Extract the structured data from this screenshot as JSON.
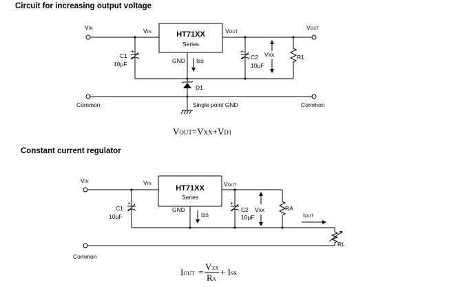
{
  "circuit1": {
    "title": "Circuit for increasing output voltage",
    "vin_terminal": {
      "main": "V",
      "sub": "IN"
    },
    "vin_pin": {
      "main": "V",
      "sub": "IN"
    },
    "vout_pin": {
      "main": "V",
      "sub": "OUT"
    },
    "vout_terminal": {
      "main": "V",
      "sub": "OUT"
    },
    "chip_name": "HT71XX",
    "chip_series": "Series",
    "gnd_pin": "GND",
    "iss": "Iss",
    "c1_name": "C1",
    "c1_value": "10µF",
    "c2_name": "C2",
    "c2_value": "10µF",
    "vxx": "Vxx",
    "r1": "R1",
    "d1": "D1",
    "common_left": "Common",
    "common_right": "Common",
    "single_point_gnd": "Single point GND",
    "equation": {
      "vout": "V",
      "vout_sub": "OUT",
      "eq": "=V",
      "vxx_sub": "XX",
      "plus": "+V",
      "vd_sub": "D1"
    }
  },
  "circuit2": {
    "title": "Constant current regulator",
    "vin_terminal": {
      "main": "V",
      "sub": "IN"
    },
    "vin_pin": {
      "main": "V",
      "sub": "IN"
    },
    "vout_pin": {
      "main": "V",
      "sub": "OUT"
    },
    "chip_name": "HT71XX",
    "chip_series": "Series",
    "gnd_pin": "GND",
    "iss": "Iss",
    "c1_name": "C1",
    "c1_value": "10µF",
    "c2_name": "C2",
    "c2_value": "10µF",
    "vxx": "Vxx",
    "ra": "RA",
    "iout": {
      "main": "I",
      "sub": "OUT"
    },
    "rl": "RL",
    "common": "Common",
    "equation": {
      "i": "I",
      "i_sub": "OUT",
      "eq": "=",
      "num": "V",
      "num_sub": "XX",
      "den": "R",
      "den_sub": "A",
      "plus": "+ I",
      "iss_sub": "SS"
    }
  }
}
